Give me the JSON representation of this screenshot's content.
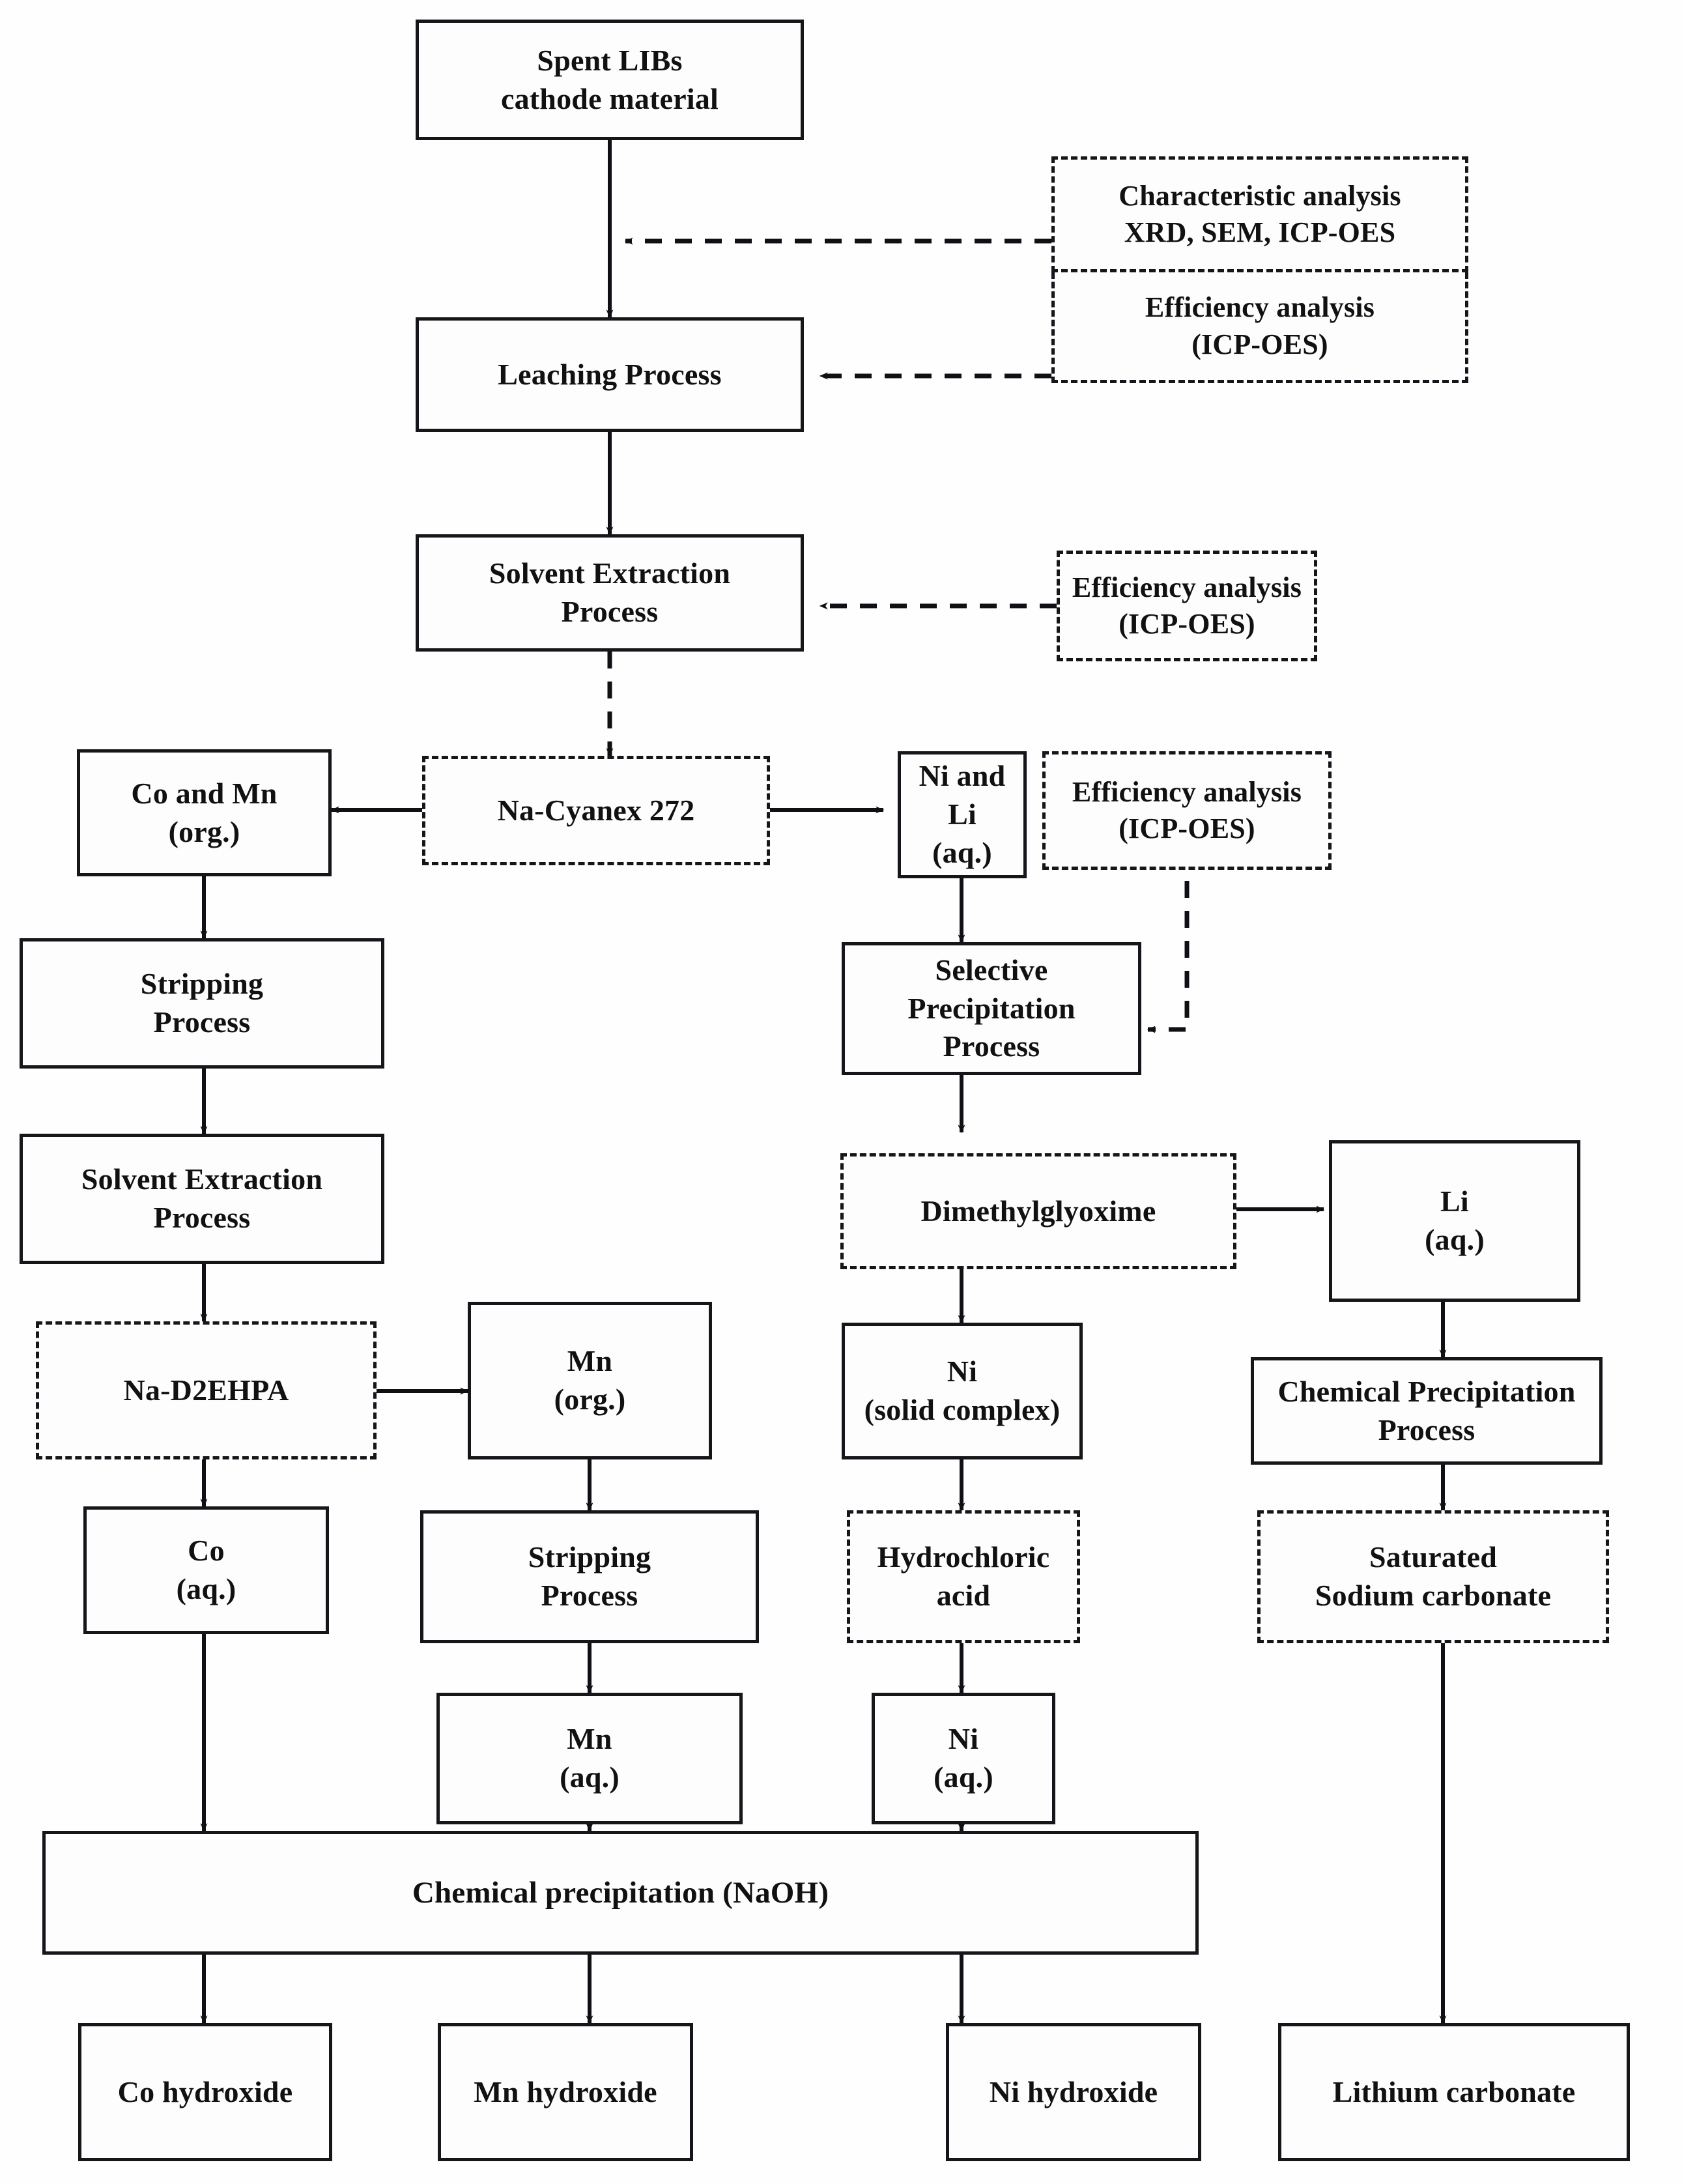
{
  "diagram": {
    "title": "Hydrometallurgical recovery flowchart for spent lithium-ion battery cathode material",
    "colors": {
      "stroke": "#15151a",
      "text": "#111111",
      "background": "#ffffff"
    }
  },
  "nodes": {
    "spent_libs": {
      "label": "Spent LIBs\ncathode material",
      "style": "solid"
    },
    "characteristic_analysis": {
      "label": "Characteristic analysis\nXRD, SEM, ICP-OES",
      "style": "dashed"
    },
    "efficiency_leaching": {
      "label": "Efficiency analysis\n(ICP-OES)",
      "style": "dashed"
    },
    "leaching_process": {
      "label": "Leaching Process",
      "style": "solid"
    },
    "solvent_extraction_1": {
      "label": "Solvent Extraction\nProcess",
      "style": "solid"
    },
    "efficiency_sx": {
      "label": "Efficiency analysis\n(ICP-OES)",
      "style": "dashed"
    },
    "na_cyanex_272": {
      "label": "Na-Cyanex 272",
      "style": "dashed"
    },
    "co_and_mn_org": {
      "label": "Co and Mn\n(org.)",
      "style": "solid"
    },
    "ni_and_li_aq": {
      "label": "Ni and Li\n(aq.)",
      "style": "solid"
    },
    "efficiency_precip": {
      "label": "Efficiency analysis\n(ICP-OES)",
      "style": "dashed"
    },
    "stripping_process_1": {
      "label": "Stripping\nProcess",
      "style": "solid"
    },
    "selective_precipitation": {
      "label": "Selective Precipitation\nProcess",
      "style": "solid"
    },
    "solvent_extraction_2": {
      "label": "Solvent Extraction\nProcess",
      "style": "solid"
    },
    "dimethylglyoxime": {
      "label": "Dimethylglyoxime",
      "style": "dashed"
    },
    "li_aq": {
      "label": "Li\n(aq.)",
      "style": "solid"
    },
    "na_d2ehpa": {
      "label": "Na-D2EHPA",
      "style": "dashed"
    },
    "mn_org": {
      "label": "Mn\n(org.)",
      "style": "solid"
    },
    "ni_solid_complex": {
      "label": "Ni\n(solid complex)",
      "style": "solid"
    },
    "chemical_precipitation_process": {
      "label": "Chemical Precipitation\nProcess",
      "style": "solid"
    },
    "co_aq": {
      "label": "Co\n(aq.)",
      "style": "solid"
    },
    "stripping_process_2": {
      "label": "Stripping\nProcess",
      "style": "solid"
    },
    "hydrochloric_acid": {
      "label": "Hydrochloric\nacid",
      "style": "dashed"
    },
    "saturated_sodium_carbonate": {
      "label": "Saturated\nSodium carbonate",
      "style": "dashed"
    },
    "mn_aq": {
      "label": "Mn\n(aq.)",
      "style": "solid"
    },
    "ni_aq": {
      "label": "Ni\n(aq.)",
      "style": "solid"
    },
    "chemical_precipitation_naoh": {
      "label": "Chemical precipitation (NaOH)",
      "style": "solid"
    },
    "co_hydroxide": {
      "label": "Co hydroxide",
      "style": "solid"
    },
    "mn_hydroxide": {
      "label": "Mn hydroxide",
      "style": "solid"
    },
    "ni_hydroxide": {
      "label": "Ni hydroxide",
      "style": "solid"
    },
    "lithium_carbonate": {
      "label": "Lithium carbonate",
      "style": "solid"
    }
  },
  "edges": [
    {
      "from": "spent_libs",
      "to": "leaching_process",
      "style": "solid"
    },
    {
      "from": "characteristic_analysis",
      "to": "spent_libs_to_leaching",
      "style": "dashed"
    },
    {
      "from": "efficiency_leaching",
      "to": "leaching_process",
      "style": "dashed"
    },
    {
      "from": "leaching_process",
      "to": "solvent_extraction_1",
      "style": "solid"
    },
    {
      "from": "efficiency_sx",
      "to": "solvent_extraction_1",
      "style": "dashed"
    },
    {
      "from": "solvent_extraction_1",
      "to": "na_cyanex_272",
      "style": "dashed"
    },
    {
      "from": "na_cyanex_272",
      "to": "co_and_mn_org",
      "style": "solid"
    },
    {
      "from": "na_cyanex_272",
      "to": "ni_and_li_aq",
      "style": "solid"
    },
    {
      "from": "co_and_mn_org",
      "to": "stripping_process_1",
      "style": "solid"
    },
    {
      "from": "ni_and_li_aq",
      "to": "selective_precipitation",
      "style": "solid"
    },
    {
      "from": "efficiency_precip",
      "to": "selective_precipitation",
      "style": "dashed"
    },
    {
      "from": "stripping_process_1",
      "to": "solvent_extraction_2",
      "style": "solid"
    },
    {
      "from": "solvent_extraction_2",
      "to": "na_d2ehpa",
      "style": "solid"
    },
    {
      "from": "na_d2ehpa",
      "to": "mn_org",
      "style": "solid"
    },
    {
      "from": "na_d2ehpa",
      "to": "co_aq",
      "style": "solid"
    },
    {
      "from": "selective_precipitation",
      "to": "dimethylglyoxime",
      "style": "solid"
    },
    {
      "from": "dimethylglyoxime",
      "to": "li_aq",
      "style": "solid"
    },
    {
      "from": "dimethylglyoxime",
      "to": "ni_solid_complex",
      "style": "solid"
    },
    {
      "from": "li_aq",
      "to": "chemical_precipitation_process",
      "style": "solid"
    },
    {
      "from": "mn_org",
      "to": "stripping_process_2",
      "style": "solid"
    },
    {
      "from": "ni_solid_complex",
      "to": "hydrochloric_acid",
      "style": "solid"
    },
    {
      "from": "chemical_precipitation_process",
      "to": "saturated_sodium_carbonate",
      "style": "solid"
    },
    {
      "from": "stripping_process_2",
      "to": "mn_aq",
      "style": "solid"
    },
    {
      "from": "hydrochloric_acid",
      "to": "ni_aq",
      "style": "solid"
    },
    {
      "from": "co_aq",
      "to": "chemical_precipitation_naoh",
      "style": "solid"
    },
    {
      "from": "mn_aq",
      "to": "chemical_precipitation_naoh",
      "style": "solid"
    },
    {
      "from": "ni_aq",
      "to": "chemical_precipitation_naoh",
      "style": "solid"
    },
    {
      "from": "saturated_sodium_carbonate",
      "to": "lithium_carbonate",
      "style": "solid"
    },
    {
      "from": "chemical_precipitation_naoh",
      "to": "co_hydroxide",
      "style": "solid"
    },
    {
      "from": "chemical_precipitation_naoh",
      "to": "mn_hydroxide",
      "style": "solid"
    },
    {
      "from": "chemical_precipitation_naoh",
      "to": "ni_hydroxide",
      "style": "solid"
    }
  ]
}
